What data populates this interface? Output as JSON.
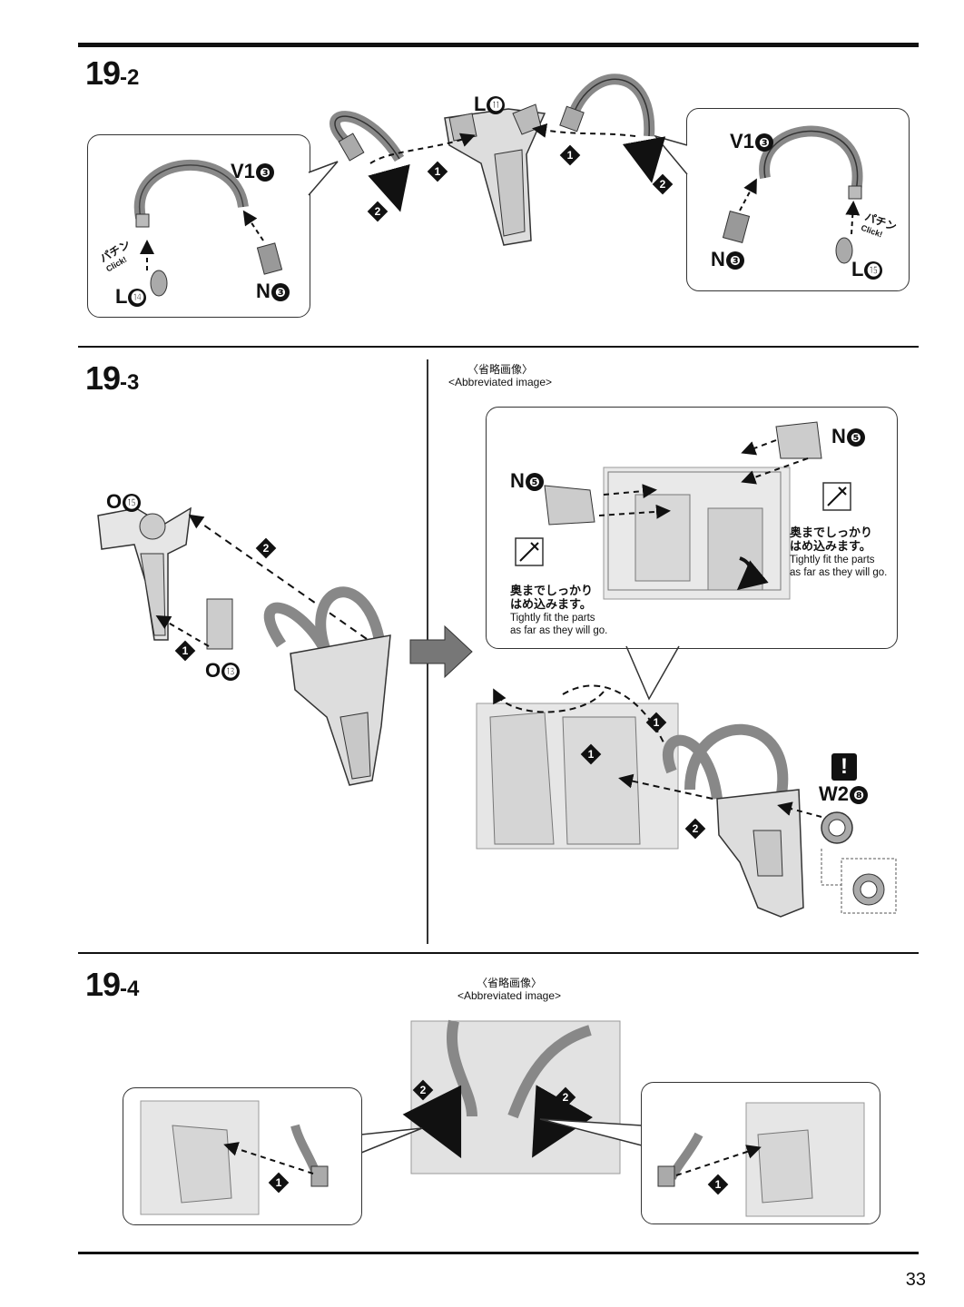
{
  "steps": {
    "s2": {
      "main": "19",
      "sub": "-2"
    },
    "s3": {
      "main": "19",
      "sub": "-3"
    },
    "s4": {
      "main": "19",
      "sub": "-4"
    }
  },
  "parts": {
    "L11": {
      "letter": "L",
      "num": "⓫"
    },
    "V1_3_left": {
      "letter": "V1",
      "num": "❸"
    },
    "N3_left": {
      "letter": "N",
      "num": "❸"
    },
    "L14": {
      "letter": "L",
      "num": "⓮"
    },
    "V1_3_right": {
      "letter": "V1",
      "num": "❸"
    },
    "N3_right": {
      "letter": "N",
      "num": "❸"
    },
    "L15": {
      "letter": "L",
      "num": "⓯"
    },
    "O15": {
      "letter": "O",
      "num": "⓯"
    },
    "O13": {
      "letter": "O",
      "num": "⓭"
    },
    "N5_left": {
      "letter": "N",
      "num": "❺"
    },
    "N5_right": {
      "letter": "N",
      "num": "❺"
    },
    "W2_8": {
      "letter": "W2",
      "num": "❽"
    }
  },
  "click": {
    "jp": "パチン",
    "en": "Click!"
  },
  "abbreviated": {
    "jp": "〈省略画像〉",
    "en": "<Abbreviated image>"
  },
  "fit_note": {
    "jp1": "奥までしっかり",
    "jp2": "はめ込みます。",
    "en1": "Tightly fit the parts",
    "en2": "as far as they will go."
  },
  "step_marks": {
    "one": "1",
    "two": "2"
  },
  "caution": "!",
  "page_number": "33"
}
